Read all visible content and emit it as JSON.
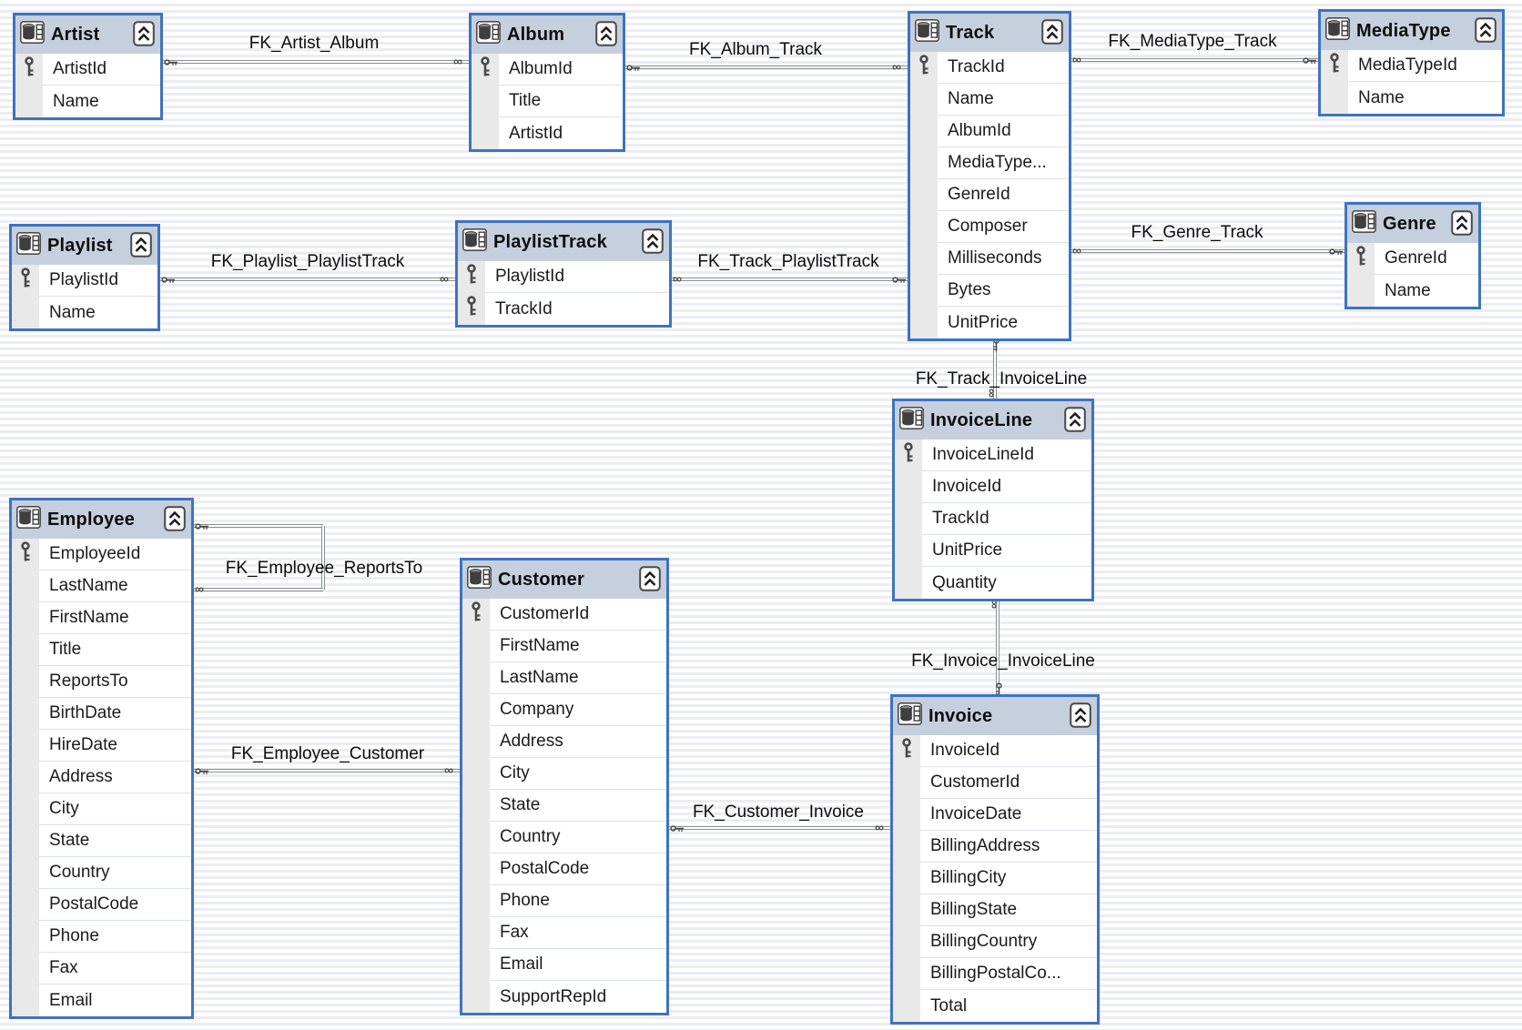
{
  "diagram": {
    "tables": [
      {
        "id": "Artist",
        "title": "Artist",
        "fields": [
          {
            "name": "ArtistId",
            "key": true
          },
          {
            "name": "Name",
            "key": false
          }
        ]
      },
      {
        "id": "Album",
        "title": "Album",
        "fields": [
          {
            "name": "AlbumId",
            "key": true
          },
          {
            "name": "Title",
            "key": false
          },
          {
            "name": "ArtistId",
            "key": false
          }
        ]
      },
      {
        "id": "Track",
        "title": "Track",
        "fields": [
          {
            "name": "TrackId",
            "key": true
          },
          {
            "name": "Name",
            "key": false
          },
          {
            "name": "AlbumId",
            "key": false
          },
          {
            "name": "MediaType...",
            "key": false
          },
          {
            "name": "GenreId",
            "key": false
          },
          {
            "name": "Composer",
            "key": false
          },
          {
            "name": "Milliseconds",
            "key": false
          },
          {
            "name": "Bytes",
            "key": false
          },
          {
            "name": "UnitPrice",
            "key": false
          }
        ]
      },
      {
        "id": "MediaType",
        "title": "MediaType",
        "fields": [
          {
            "name": "MediaTypeId",
            "key": true
          },
          {
            "name": "Name",
            "key": false
          }
        ]
      },
      {
        "id": "Genre",
        "title": "Genre",
        "fields": [
          {
            "name": "GenreId",
            "key": true
          },
          {
            "name": "Name",
            "key": false
          }
        ]
      },
      {
        "id": "Playlist",
        "title": "Playlist",
        "fields": [
          {
            "name": "PlaylistId",
            "key": true
          },
          {
            "name": "Name",
            "key": false
          }
        ]
      },
      {
        "id": "PlaylistTrack",
        "title": "PlaylistTrack",
        "fields": [
          {
            "name": "PlaylistId",
            "key": true
          },
          {
            "name": "TrackId",
            "key": true
          }
        ]
      },
      {
        "id": "InvoiceLine",
        "title": "InvoiceLine",
        "fields": [
          {
            "name": "InvoiceLineId",
            "key": true
          },
          {
            "name": "InvoiceId",
            "key": false
          },
          {
            "name": "TrackId",
            "key": false
          },
          {
            "name": "UnitPrice",
            "key": false
          },
          {
            "name": "Quantity",
            "key": false
          }
        ]
      },
      {
        "id": "Employee",
        "title": "Employee",
        "fields": [
          {
            "name": "EmployeeId",
            "key": true
          },
          {
            "name": "LastName",
            "key": false
          },
          {
            "name": "FirstName",
            "key": false
          },
          {
            "name": "Title",
            "key": false
          },
          {
            "name": "ReportsTo",
            "key": false
          },
          {
            "name": "BirthDate",
            "key": false
          },
          {
            "name": "HireDate",
            "key": false
          },
          {
            "name": "Address",
            "key": false
          },
          {
            "name": "City",
            "key": false
          },
          {
            "name": "State",
            "key": false
          },
          {
            "name": "Country",
            "key": false
          },
          {
            "name": "PostalCode",
            "key": false
          },
          {
            "name": "Phone",
            "key": false
          },
          {
            "name": "Fax",
            "key": false
          },
          {
            "name": "Email",
            "key": false
          }
        ]
      },
      {
        "id": "Customer",
        "title": "Customer",
        "fields": [
          {
            "name": "CustomerId",
            "key": true
          },
          {
            "name": "FirstName",
            "key": false
          },
          {
            "name": "LastName",
            "key": false
          },
          {
            "name": "Company",
            "key": false
          },
          {
            "name": "Address",
            "key": false
          },
          {
            "name": "City",
            "key": false
          },
          {
            "name": "State",
            "key": false
          },
          {
            "name": "Country",
            "key": false
          },
          {
            "name": "PostalCode",
            "key": false
          },
          {
            "name": "Phone",
            "key": false
          },
          {
            "name": "Fax",
            "key": false
          },
          {
            "name": "Email",
            "key": false
          },
          {
            "name": "SupportRepId",
            "key": false
          }
        ]
      },
      {
        "id": "Invoice",
        "title": "Invoice",
        "fields": [
          {
            "name": "InvoiceId",
            "key": true
          },
          {
            "name": "CustomerId",
            "key": false
          },
          {
            "name": "InvoiceDate",
            "key": false
          },
          {
            "name": "BillingAddress",
            "key": false
          },
          {
            "name": "BillingCity",
            "key": false
          },
          {
            "name": "BillingState",
            "key": false
          },
          {
            "name": "BillingCountry",
            "key": false
          },
          {
            "name": "BillingPostalCo...",
            "key": false
          },
          {
            "name": "Total",
            "key": false
          }
        ]
      }
    ],
    "relationships": [
      {
        "id": "FK_Artist_Album",
        "label": "FK_Artist_Album",
        "from": "Artist",
        "to": "Album"
      },
      {
        "id": "FK_Album_Track",
        "label": "FK_Album_Track",
        "from": "Album",
        "to": "Track"
      },
      {
        "id": "FK_MediaType_Track",
        "label": "FK_MediaType_Track",
        "from": "MediaType",
        "to": "Track"
      },
      {
        "id": "FK_Genre_Track",
        "label": "FK_Genre_Track",
        "from": "Genre",
        "to": "Track"
      },
      {
        "id": "FK_Playlist_PlaylistTrack",
        "label": "FK_Playlist_PlaylistTrack",
        "from": "Playlist",
        "to": "PlaylistTrack"
      },
      {
        "id": "FK_Track_PlaylistTrack",
        "label": "FK_Track_PlaylistTrack",
        "from": "Track",
        "to": "PlaylistTrack"
      },
      {
        "id": "FK_Track_InvoiceLine",
        "label": "FK_Track_InvoiceLine",
        "from": "Track",
        "to": "InvoiceLine"
      },
      {
        "id": "FK_Invoice_InvoiceLine",
        "label": "FK_Invoice_InvoiceLine",
        "from": "Invoice",
        "to": "InvoiceLine"
      },
      {
        "id": "FK_Employee_ReportsTo",
        "label": "FK_Employee_ReportsTo",
        "from": "Employee",
        "to": "Employee"
      },
      {
        "id": "FK_Employee_Customer",
        "label": "FK_Employee_Customer",
        "from": "Employee",
        "to": "Customer"
      },
      {
        "id": "FK_Customer_Invoice",
        "label": "FK_Customer_Invoice",
        "from": "Customer",
        "to": "Invoice"
      }
    ],
    "markers": {
      "many_symbol": "∞",
      "one_symbol": "key"
    },
    "icons": {
      "table": "table-grid-icon",
      "primary_key": "primary-key-icon",
      "collapse": "collapse-chevron-up-icon"
    },
    "colors": {
      "table_border": "#3E73C0",
      "header_bg": "#C5CFDD",
      "gutter_bg": "#E9E9E9",
      "row_separator": "#DCE1E9",
      "connector": "#8A8F95",
      "canvas_stripe": "#ECECF3"
    }
  }
}
